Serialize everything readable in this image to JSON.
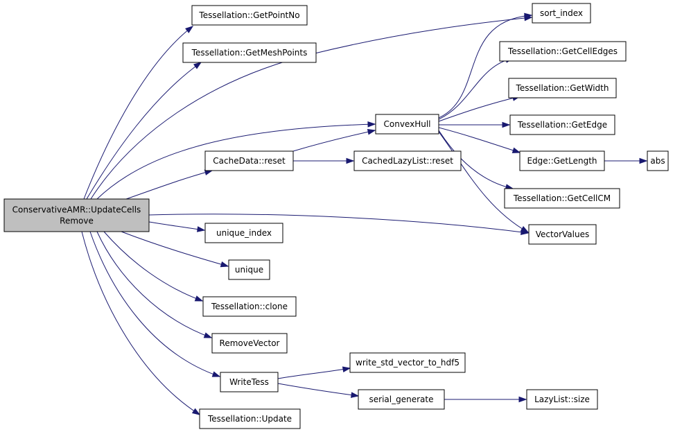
{
  "diagram": {
    "type": "call-graph",
    "nodes": {
      "root": [
        "ConservativeAMR::UpdateCells",
        "Remove"
      ],
      "getpointno": "Tessellation::GetPointNo",
      "getmeshpoints": "Tessellation::GetMeshPoints",
      "cachedata_reset": "CacheData::reset",
      "unique_index": "unique_index",
      "unique": "unique",
      "clone": "Tessellation::clone",
      "removevector": "RemoveVector",
      "writetess": "WriteTess",
      "update": "Tessellation::Update",
      "convexhull": "ConvexHull",
      "cachedlazylist_reset": "CachedLazyList::reset",
      "write_std_vector": "write_std_vector_to_hdf5",
      "serial_generate": "serial_generate",
      "sort_index": "sort_index",
      "getcelledges": "Tessellation::GetCellEdges",
      "getwidth": "Tessellation::GetWidth",
      "getedge": "Tessellation::GetEdge",
      "edge_getlength": "Edge::GetLength",
      "getcellcm": "Tessellation::GetCellCM",
      "vectorvalues": "VectorValues",
      "lazylist_size": "LazyList::size",
      "abs": "abs"
    },
    "edges": [
      [
        "root",
        "getpointno"
      ],
      [
        "root",
        "getmeshpoints"
      ],
      [
        "root",
        "sort_index"
      ],
      [
        "root",
        "convexhull"
      ],
      [
        "root",
        "cachedata_reset"
      ],
      [
        "root",
        "vectorvalues"
      ],
      [
        "root",
        "unique_index"
      ],
      [
        "root",
        "unique"
      ],
      [
        "root",
        "clone"
      ],
      [
        "root",
        "removevector"
      ],
      [
        "root",
        "writetess"
      ],
      [
        "root",
        "update"
      ],
      [
        "cachedata_reset",
        "convexhull"
      ],
      [
        "cachedata_reset",
        "cachedlazylist_reset"
      ],
      [
        "convexhull",
        "sort_index"
      ],
      [
        "convexhull",
        "getcelledges"
      ],
      [
        "convexhull",
        "getwidth"
      ],
      [
        "convexhull",
        "getedge"
      ],
      [
        "convexhull",
        "edge_getlength"
      ],
      [
        "convexhull",
        "getcellcm"
      ],
      [
        "convexhull",
        "vectorvalues"
      ],
      [
        "edge_getlength",
        "abs"
      ],
      [
        "writetess",
        "write_std_vector"
      ],
      [
        "writetess",
        "serial_generate"
      ],
      [
        "serial_generate",
        "lazylist_size"
      ]
    ]
  }
}
